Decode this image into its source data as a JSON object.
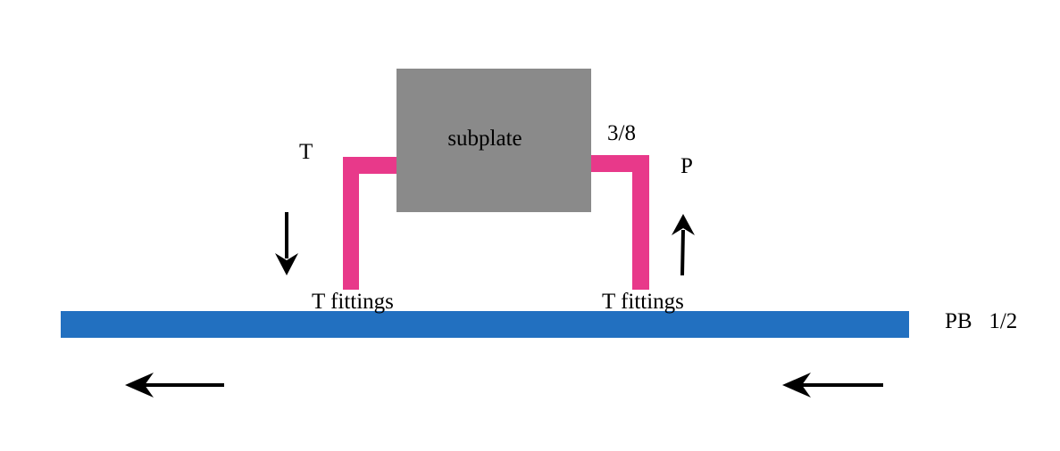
{
  "diagram": {
    "subplate_label": "subplate",
    "tank_port_label": "T",
    "pressure_port_label": "P",
    "line_size_label": "3/8",
    "left_fitting_label": "T fittings",
    "right_fitting_label": "T fittings",
    "main_line_label": "PB   1/2",
    "colors": {
      "subplate": "#8a8a8a",
      "branch_pipe": "#e8398a",
      "main_pipe": "#2270c0",
      "arrow": "#000000"
    }
  }
}
